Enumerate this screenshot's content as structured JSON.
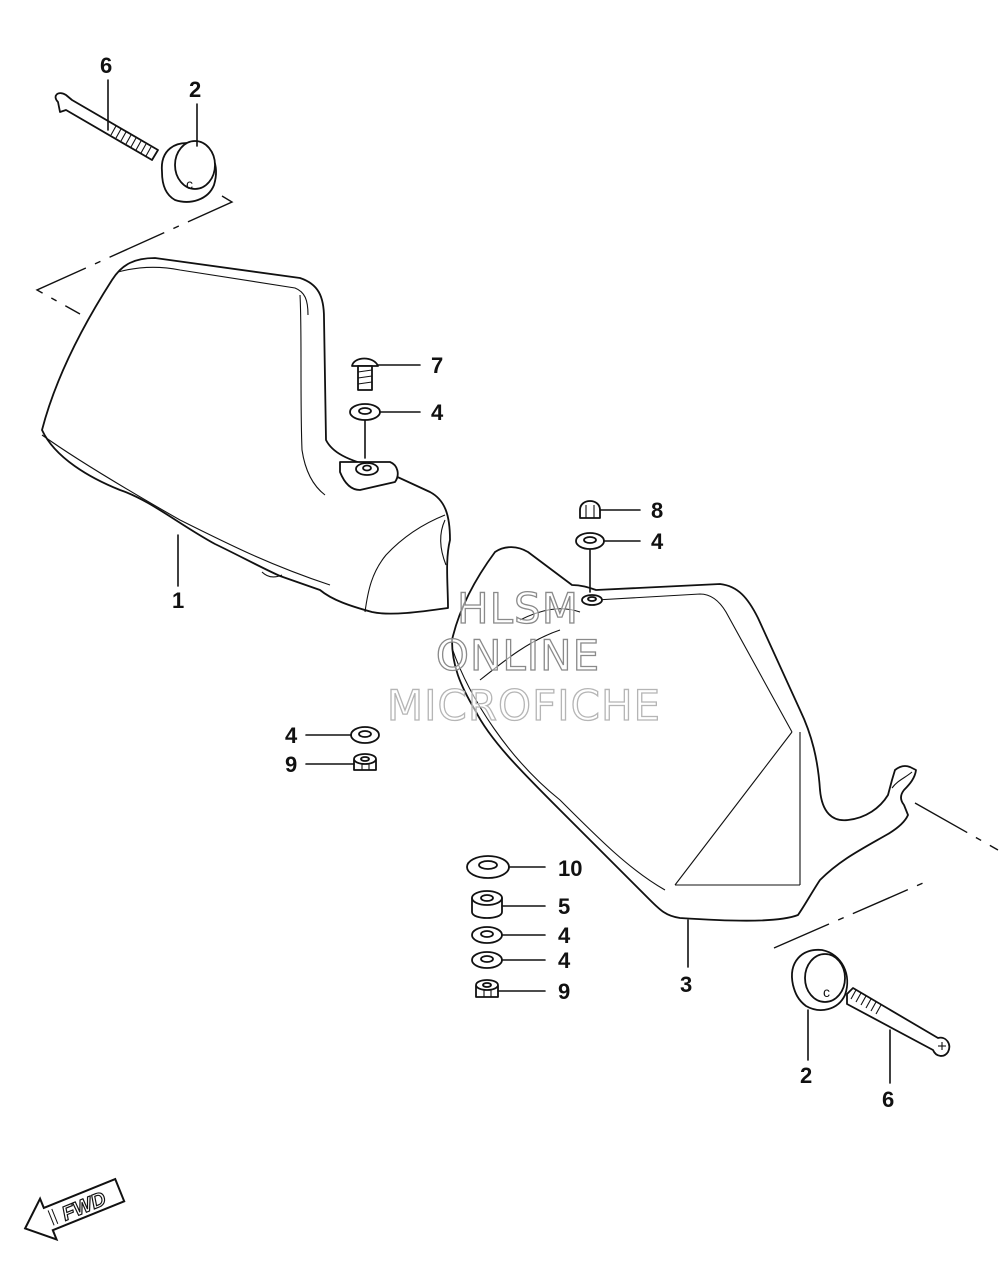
{
  "callouts": [
    {
      "id": "c6a",
      "text": "6"
    },
    {
      "id": "c2a",
      "text": "2"
    },
    {
      "id": "c7",
      "text": "7"
    },
    {
      "id": "c4a",
      "text": "4"
    },
    {
      "id": "c1",
      "text": "1"
    },
    {
      "id": "c8",
      "text": "8"
    },
    {
      "id": "c4b",
      "text": "4"
    },
    {
      "id": "c4c",
      "text": "4"
    },
    {
      "id": "c9a",
      "text": "9"
    },
    {
      "id": "c10",
      "text": "10"
    },
    {
      "id": "c5",
      "text": "5"
    },
    {
      "id": "c4d",
      "text": "4"
    },
    {
      "id": "c4e",
      "text": "4"
    },
    {
      "id": "c9b",
      "text": "9"
    },
    {
      "id": "c3",
      "text": "3"
    },
    {
      "id": "c2b",
      "text": "2"
    },
    {
      "id": "c6b",
      "text": "6"
    }
  ],
  "watermark": {
    "line1": "HLSM",
    "line2": "ONLINE",
    "line3": "MICROFICHE"
  },
  "fwd_badge": {
    "text": "FWD"
  },
  "collar_marks": {
    "left": "c",
    "right": "c"
  },
  "colors": {
    "line": "#111111",
    "watermark": "#8a8a8a",
    "background": "#ffffff"
  }
}
